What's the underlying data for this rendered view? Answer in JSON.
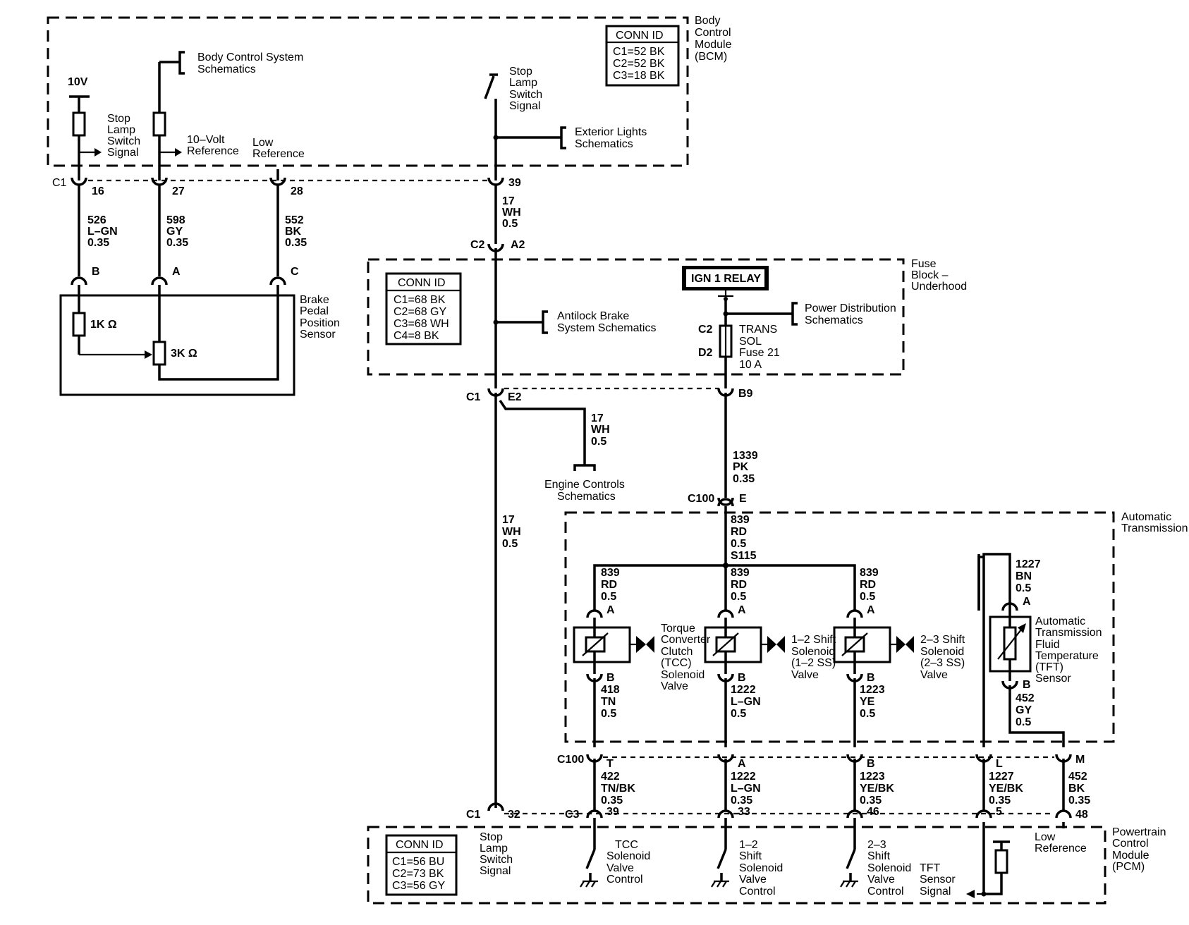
{
  "bcm": {
    "title": [
      "Body",
      "Control",
      "Module",
      "(BCM)"
    ],
    "conn_header": "CONN ID",
    "conn": [
      "C1=52 BK",
      "C2=52 BK",
      "C3=18 BK"
    ],
    "supply": "10V",
    "stop_signal": [
      "Stop",
      "Lamp",
      "Switch",
      "Signal"
    ],
    "ref_10v": [
      "10–Volt",
      "Reference"
    ],
    "low_ref": [
      "Low",
      "Reference"
    ],
    "body_control": [
      "Body Control System",
      "Schematics"
    ],
    "stop_switch": [
      "Stop",
      "Lamp",
      "Switch",
      "Signal"
    ],
    "ext_lights": [
      "Exterior Lights",
      "Schematics"
    ],
    "c1": "C1",
    "pins": [
      "16",
      "27",
      "28",
      "39"
    ]
  },
  "wires_top": [
    [
      "526",
      "L–GN",
      "0.35"
    ],
    [
      "598",
      "GY",
      "0.35"
    ],
    [
      "552",
      "BK",
      "0.35"
    ],
    [
      "17",
      "WH",
      "0.5"
    ]
  ],
  "bpp": {
    "title": [
      "Brake",
      "Pedal",
      "Position",
      "Sensor"
    ],
    "pins": [
      "B",
      "A",
      "C"
    ],
    "r1": "1K Ω",
    "r2": "3K Ω"
  },
  "fuse_block": {
    "title": [
      "Fuse",
      "Block –",
      "Underhood"
    ],
    "conn_header": "CONN ID",
    "conn": [
      "C1=68 BK",
      "C2=68 GY",
      "C3=68 WH",
      "C4=8 BK"
    ],
    "relay": "IGN 1 RELAY",
    "power_dist": [
      "Power Distribution",
      "Schematics"
    ],
    "abs": [
      "Antilock Brake",
      "System Schematics"
    ],
    "fuse": [
      "TRANS",
      "SOL",
      "Fuse 21",
      "10 A"
    ],
    "fuse_pins": [
      "C2",
      "D2"
    ],
    "c2": "C2",
    "a2": "A2",
    "c1": "C1",
    "e2": "E2",
    "b9": "B9"
  },
  "engine": {
    "wire": [
      "17",
      "WH",
      "0.5"
    ],
    "label": [
      "Engine Controls",
      "Schematics"
    ]
  },
  "stop_wire_mid": [
    "17",
    "WH",
    "0.5"
  ],
  "feed_wire": [
    "1339",
    "PK",
    "0.35"
  ],
  "c100": "C100",
  "c100_pin_e": "E",
  "trans": {
    "title": [
      "Automatic",
      "Transmission"
    ],
    "feed": [
      "839",
      "RD",
      "0.5"
    ],
    "splice": "S115",
    "solenoid_feeds": [
      [
        "839",
        "RD",
        "0.5"
      ],
      [
        "839",
        "RD",
        "0.5"
      ],
      [
        "839",
        "RD",
        "0.5"
      ]
    ],
    "pin_a": "A",
    "pin_b": "B",
    "tcc": [
      "Torque",
      "Converter",
      "Clutch",
      "(TCC)",
      "Solenoid",
      "Valve"
    ],
    "ss12": [
      "1–2 Shift",
      "Solenoid",
      "(1–2 SS)",
      "Valve"
    ],
    "ss23": [
      "2–3 Shift",
      "Solenoid",
      "(2–3 SS)",
      "Valve"
    ],
    "tft": [
      "Automatic",
      "Transmission",
      "Fluid",
      "Temperature",
      "(TFT)",
      "Sensor"
    ],
    "tft_a_wire": [
      "1227",
      "BN",
      "0.5"
    ],
    "tft_b_wire": [
      "452",
      "GY",
      "0.5"
    ],
    "out_wires": [
      [
        "418",
        "TN",
        "0.5"
      ],
      [
        "1222",
        "L–GN",
        "0.5"
      ],
      [
        "1223",
        "YE",
        "0.5"
      ]
    ]
  },
  "c100_pins": [
    "T",
    "A",
    "B",
    "L",
    "M"
  ],
  "pcm_wires": [
    [
      "422",
      "TN/BK",
      "0.35"
    ],
    [
      "1222",
      "L–GN",
      "0.35"
    ],
    [
      "1223",
      "YE/BK",
      "0.35"
    ],
    [
      "1227",
      "YE/BK",
      "0.35"
    ],
    [
      "452",
      "BK",
      "0.35"
    ]
  ],
  "pcm": {
    "title": [
      "Powertrain",
      "Control",
      "Module",
      "(PCM)"
    ],
    "conn_header": "CONN ID",
    "conn": [
      "C1=56 BU",
      "C2=73 BK",
      "C3=56 GY"
    ],
    "c1": "C1",
    "c3": "C3",
    "pin32": "32",
    "pins": [
      "39",
      "33",
      "46",
      "5",
      "48"
    ],
    "stop_signal": [
      "Stop",
      "Lamp",
      "Switch",
      "Signal"
    ],
    "tcc_ctrl": [
      "TCC",
      "Solenoid",
      "Valve",
      "Control"
    ],
    "ss12_ctrl": [
      "1–2",
      "Shift",
      "Solenoid",
      "Valve",
      "Control"
    ],
    "ss23_ctrl": [
      "2–3",
      "Shift",
      "Solenoid",
      "Valve",
      "Control"
    ],
    "tft_signal": [
      "TFT",
      "Sensor",
      "Signal"
    ],
    "low_ref": [
      "Low",
      "Reference"
    ]
  }
}
